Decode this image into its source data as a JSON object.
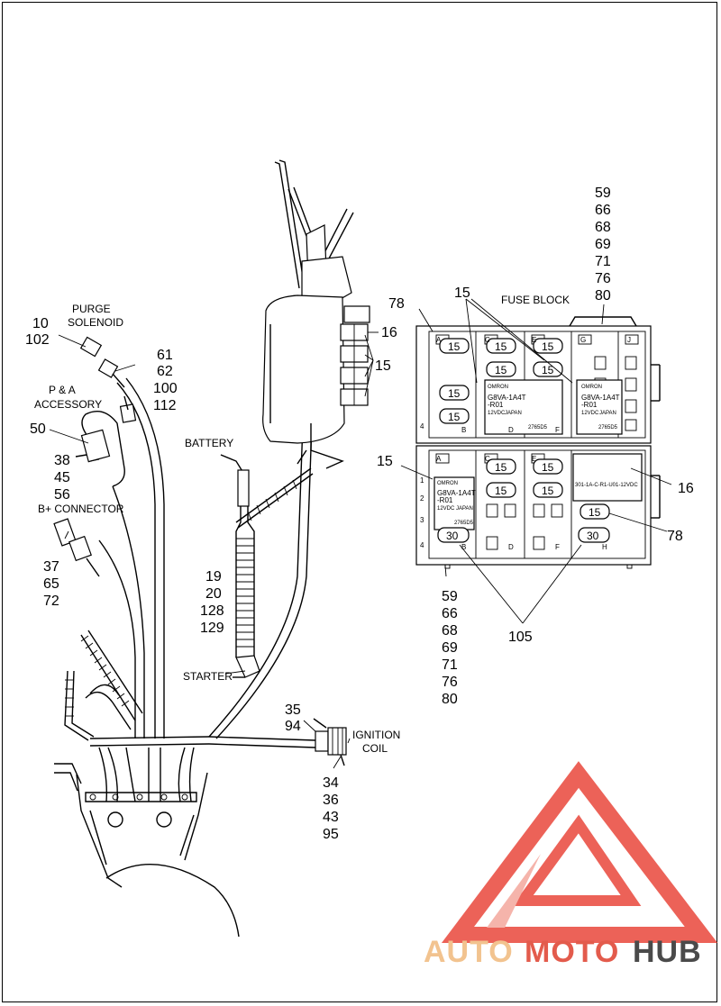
{
  "labels": {
    "purge_solenoid": [
      "PURGE",
      "SOLENOID"
    ],
    "purge_refs": [
      "10",
      "102"
    ],
    "ref_61_group": [
      "61",
      "62",
      "100",
      "112"
    ],
    "pa_accessory": [
      "P & A",
      "ACCESSORY"
    ],
    "ref_50": "50",
    "ref_38_group": [
      "38",
      "45",
      "56"
    ],
    "b_plus_connector": "B+ CONNECTOR",
    "ref_37_group": [
      "37",
      "65",
      "72"
    ],
    "battery": "BATTERY",
    "ref_19_group": [
      "19",
      "20",
      "128",
      "129"
    ],
    "starter": "STARTER",
    "ref_35_group": [
      "35",
      "94"
    ],
    "ignition_coil": [
      "IGNITION",
      "COIL"
    ],
    "ref_34_group": [
      "34",
      "36",
      "43",
      "95"
    ],
    "ref_16_upper": "16",
    "ref_15_relays": "15",
    "fuse_block": "FUSE BLOCK",
    "ref_59_top": [
      "59",
      "66",
      "68",
      "69",
      "71",
      "76",
      "80"
    ],
    "ref_59_bottom": [
      "59",
      "66",
      "68",
      "69",
      "71",
      "76",
      "80"
    ],
    "ref_78_top": "78",
    "ref_15_top": "15",
    "ref_15_left": "15",
    "ref_16_right": "16",
    "ref_78_right": "78",
    "ref_105": "105"
  },
  "fuse_block": {
    "fuse_15": "15",
    "fuse_30": "30",
    "relay_text": [
      "OMRON",
      "G8VA-1A4T",
      "-R01",
      "12VDC",
      "JAPAN",
      "2765D5"
    ],
    "relay_alt_text": [
      "301-1A-C-R1-U01-12VDC"
    ],
    "column_letters": [
      "A",
      "B",
      "C",
      "D",
      "E",
      "F",
      "G",
      "H",
      "J"
    ],
    "row_numbers": [
      "1",
      "2",
      "3",
      "4"
    ]
  },
  "watermark": {
    "auto": "AUTO",
    "moto": "MOTO",
    "hub": "HUB",
    "color_auto": "#f2c38f",
    "color_moto": "#e35b4c",
    "color_hub": "#4a4a4a",
    "color_logo": "#e9473b"
  }
}
